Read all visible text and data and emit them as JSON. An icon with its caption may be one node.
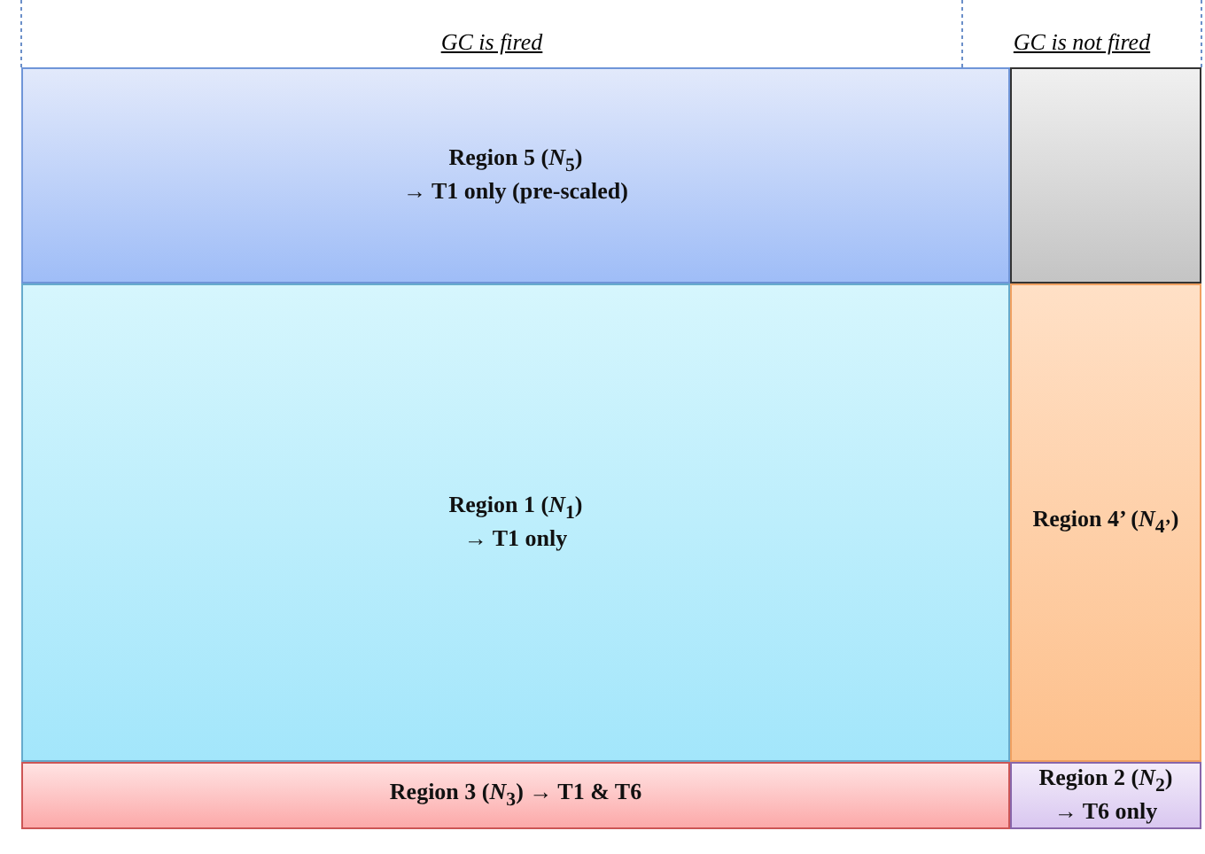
{
  "diagram": {
    "nodes": [
      {
        "text": [
          "Region 5 (*N*$_{5}$)",
          "→ T1 only (pre-scaled)"
        ]
      },
      {
        "text": [],
        "shape": "box"
      },
      {
        "text": [
          "Region 1 (*N*$_{1}$)",
          "→ T1 only"
        ]
      },
      {
        "text": [
          "Region 4’ (*N*$_{4’}$)"
        ]
      },
      {
        "text": [
          "Region 3 (*N*$_{3}$) → T1 & T6"
        ]
      },
      {
        "text": [
          "Region 2 (*N*$_{2}$)",
          "→ T6 only"
        ]
      }
    ],
    "labels": [
      "GC is fired",
      "GC is not fired"
    ]
  }
}
